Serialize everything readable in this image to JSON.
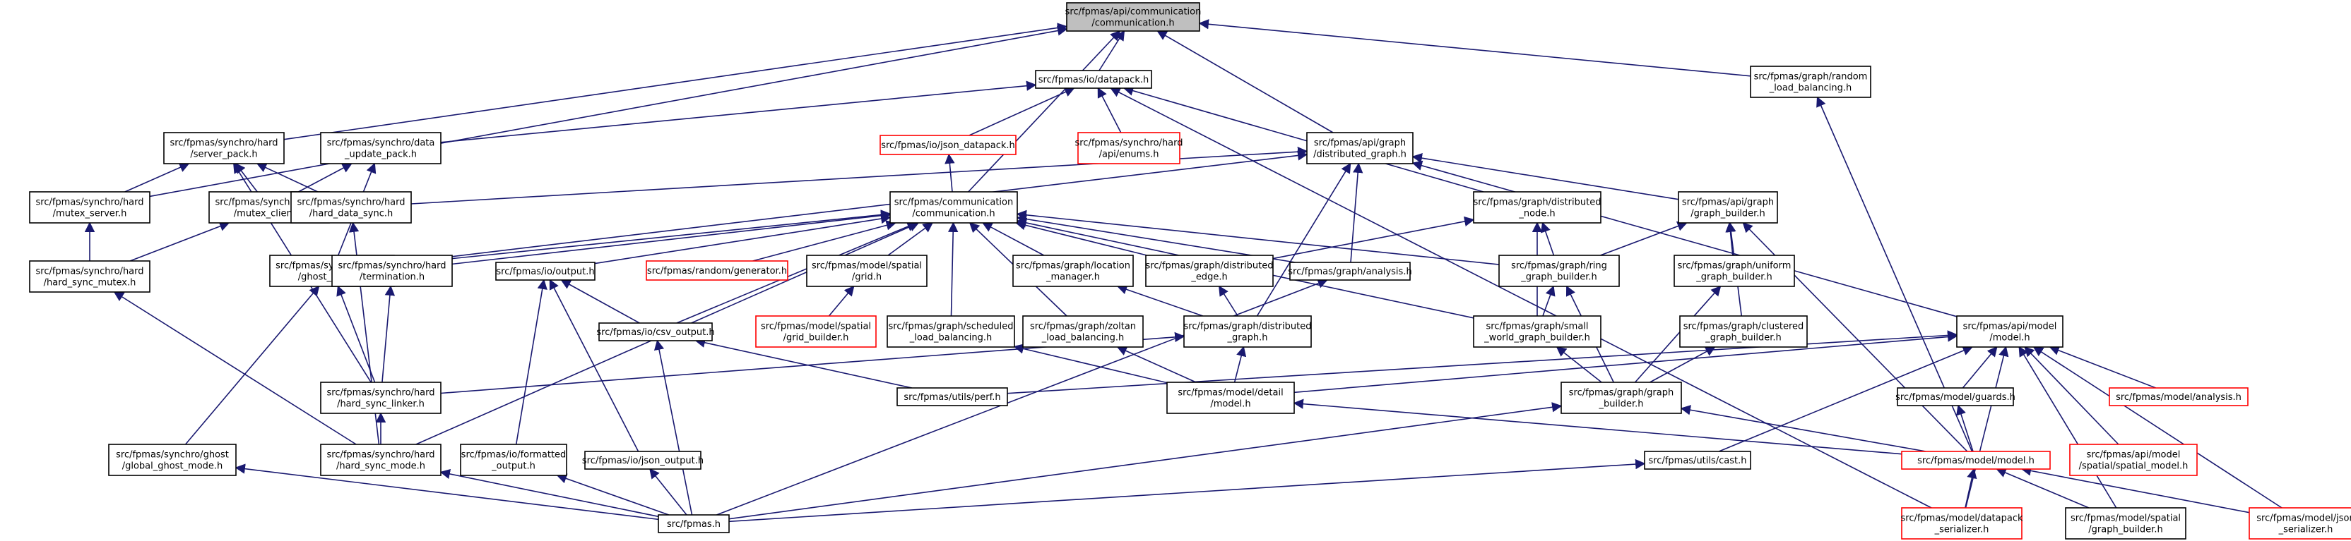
{
  "theme": {
    "edge_color": "#191970",
    "missing_border": "#ff0000",
    "root_fill": "#bfbfbf",
    "node_border": "#000000"
  },
  "nodes": [
    {
      "id": "n0",
      "lines": [
        "src/fpmas/api/communication",
        "/communication.h"
      ],
      "style": "root"
    },
    {
      "id": "n1",
      "lines": [
        "src/fpmas/io/datapack.h"
      ],
      "style": "normal"
    },
    {
      "id": "n2",
      "lines": [
        "src/fpmas/graph/random",
        "_load_balancing.h"
      ],
      "style": "normal"
    },
    {
      "id": "n3",
      "lines": [
        "src/fpmas/synchro/hard",
        "/server_pack.h"
      ],
      "style": "normal"
    },
    {
      "id": "n4",
      "lines": [
        "src/fpmas/synchro/data",
        "_update_pack.h"
      ],
      "style": "normal"
    },
    {
      "id": "n5",
      "lines": [
        "src/fpmas/io/json_datapack.h"
      ],
      "style": "missing"
    },
    {
      "id": "n6",
      "lines": [
        "src/fpmas/synchro/hard",
        "/api/enums.h"
      ],
      "style": "missing"
    },
    {
      "id": "n7",
      "lines": [
        "src/fpmas/api/graph",
        "/distributed_graph.h"
      ],
      "style": "normal"
    },
    {
      "id": "n8",
      "lines": [
        "src/fpmas/synchro/hard",
        "/mutex_server.h"
      ],
      "style": "normal"
    },
    {
      "id": "n9",
      "lines": [
        "src/fpmas/synchro/hard",
        "/mutex_client.h"
      ],
      "style": "normal"
    },
    {
      "id": "n10",
      "lines": [
        "src/fpmas/synchro/hard",
        "/hard_data_sync.h"
      ],
      "style": "normal"
    },
    {
      "id": "n11",
      "lines": [
        "src/fpmas/communication",
        "/communication.h"
      ],
      "style": "normal"
    },
    {
      "id": "n12",
      "lines": [
        "src/fpmas/graph/distributed",
        "_node.h"
      ],
      "style": "normal"
    },
    {
      "id": "n13",
      "lines": [
        "src/fpmas/api/graph",
        "/graph_builder.h"
      ],
      "style": "normal"
    },
    {
      "id": "n14",
      "lines": [
        "src/fpmas/synchro/hard",
        "/hard_sync_mutex.h"
      ],
      "style": "normal"
    },
    {
      "id": "n15",
      "lines": [
        "src/fpmas/synchro/ghost",
        "/ghost_mode.h"
      ],
      "style": "normal"
    },
    {
      "id": "n16",
      "lines": [
        "src/fpmas/synchro/hard",
        "/termination.h"
      ],
      "style": "normal"
    },
    {
      "id": "n17",
      "lines": [
        "src/fpmas/io/output.h"
      ],
      "style": "normal"
    },
    {
      "id": "n18",
      "lines": [
        "src/fpmas/random/generator.h"
      ],
      "style": "missing"
    },
    {
      "id": "n19",
      "lines": [
        "src/fpmas/model/spatial",
        "/grid.h"
      ],
      "style": "normal"
    },
    {
      "id": "n20",
      "lines": [
        "src/fpmas/graph/location",
        "_manager.h"
      ],
      "style": "normal"
    },
    {
      "id": "n21",
      "lines": [
        "src/fpmas/graph/distributed",
        "_edge.h"
      ],
      "style": "normal"
    },
    {
      "id": "n22",
      "lines": [
        "src/fpmas/graph/analysis.h"
      ],
      "style": "normal"
    },
    {
      "id": "n23",
      "lines": [
        "src/fpmas/graph/ring",
        "_graph_builder.h"
      ],
      "style": "normal"
    },
    {
      "id": "n24",
      "lines": [
        "src/fpmas/graph/uniform",
        "_graph_builder.h"
      ],
      "style": "normal"
    },
    {
      "id": "n25",
      "lines": [
        "src/fpmas/io/csv_output.h"
      ],
      "style": "normal"
    },
    {
      "id": "n26",
      "lines": [
        "src/fpmas/model/spatial",
        "/grid_builder.h"
      ],
      "style": "missing"
    },
    {
      "id": "n27",
      "lines": [
        "src/fpmas/graph/scheduled",
        "_load_balancing.h"
      ],
      "style": "normal"
    },
    {
      "id": "n28",
      "lines": [
        "src/fpmas/graph/zoltan",
        "_load_balancing.h"
      ],
      "style": "normal"
    },
    {
      "id": "n29",
      "lines": [
        "src/fpmas/graph/distributed",
        "_graph.h"
      ],
      "style": "normal"
    },
    {
      "id": "n30",
      "lines": [
        "src/fpmas/graph/small",
        "_world_graph_builder.h"
      ],
      "style": "normal"
    },
    {
      "id": "n31",
      "lines": [
        "src/fpmas/graph/clustered",
        "_graph_builder.h"
      ],
      "style": "normal"
    },
    {
      "id": "n32",
      "lines": [
        "src/fpmas/api/model",
        "/model.h"
      ],
      "style": "normal"
    },
    {
      "id": "n33",
      "lines": [
        "src/fpmas/synchro/hard",
        "/hard_sync_linker.h"
      ],
      "style": "normal"
    },
    {
      "id": "n34",
      "lines": [
        "src/fpmas/utils/perf.h"
      ],
      "style": "normal"
    },
    {
      "id": "n35",
      "lines": [
        "src/fpmas/model/detail",
        "/model.h"
      ],
      "style": "normal"
    },
    {
      "id": "n36",
      "lines": [
        "src/fpmas/graph/graph",
        "_builder.h"
      ],
      "style": "normal"
    },
    {
      "id": "n37",
      "lines": [
        "src/fpmas/model/guards.h"
      ],
      "style": "normal"
    },
    {
      "id": "n38",
      "lines": [
        "src/fpmas/model/analysis.h"
      ],
      "style": "missing"
    },
    {
      "id": "n39",
      "lines": [
        "src/fpmas/synchro/ghost",
        "/global_ghost_mode.h"
      ],
      "style": "normal"
    },
    {
      "id": "n40",
      "lines": [
        "src/fpmas/synchro/hard",
        "/hard_sync_mode.h"
      ],
      "style": "normal"
    },
    {
      "id": "n41",
      "lines": [
        "src/fpmas/io/formatted",
        "_output.h"
      ],
      "style": "normal"
    },
    {
      "id": "n42",
      "lines": [
        "src/fpmas/io/json_output.h"
      ],
      "style": "normal"
    },
    {
      "id": "n43",
      "lines": [
        "src/fpmas/utils/cast.h"
      ],
      "style": "normal"
    },
    {
      "id": "n44",
      "lines": [
        "src/fpmas/model/model.h"
      ],
      "style": "missing"
    },
    {
      "id": "n45",
      "lines": [
        "src/fpmas/api/model",
        "/spatial/spatial_model.h"
      ],
      "style": "missing"
    },
    {
      "id": "n46",
      "lines": [
        "src/fpmas.h"
      ],
      "style": "normal"
    },
    {
      "id": "n47",
      "lines": [
        "src/fpmas/model/datapack",
        "_serializer.h"
      ],
      "style": "missing"
    },
    {
      "id": "n48",
      "lines": [
        "src/fpmas/model/spatial",
        "/graph_builder.h"
      ],
      "style": "normal"
    },
    {
      "id": "n49",
      "lines": [
        "src/fpmas/model/json",
        "_serializer.h"
      ],
      "style": "missing"
    }
  ],
  "edges": [
    [
      "n1",
      "n0"
    ],
    [
      "n2",
      "n0"
    ],
    [
      "n3",
      "n0"
    ],
    [
      "n7",
      "n0"
    ],
    [
      "n8",
      "n0"
    ],
    [
      "n11",
      "n0"
    ],
    [
      "n5",
      "n1"
    ],
    [
      "n6",
      "n1"
    ],
    [
      "n4",
      "n1"
    ],
    [
      "n12",
      "n1"
    ],
    [
      "n47",
      "n1"
    ],
    [
      "n44",
      "n2"
    ],
    [
      "n8",
      "n3"
    ],
    [
      "n9",
      "n3"
    ],
    [
      "n10",
      "n3"
    ],
    [
      "n33",
      "n3"
    ],
    [
      "n9",
      "n4"
    ],
    [
      "n15",
      "n4"
    ],
    [
      "n11",
      "n5"
    ],
    [
      "n10",
      "n7"
    ],
    [
      "n15",
      "n7"
    ],
    [
      "n13",
      "n7"
    ],
    [
      "n22",
      "n7"
    ],
    [
      "n29",
      "n7"
    ],
    [
      "n32",
      "n7"
    ],
    [
      "n14",
      "n8"
    ],
    [
      "n14",
      "n9"
    ],
    [
      "n40",
      "n10"
    ],
    [
      "n15",
      "n11"
    ],
    [
      "n16",
      "n11"
    ],
    [
      "n17",
      "n11"
    ],
    [
      "n18",
      "n11"
    ],
    [
      "n19",
      "n11"
    ],
    [
      "n20",
      "n11"
    ],
    [
      "n21",
      "n11"
    ],
    [
      "n22",
      "n11"
    ],
    [
      "n23",
      "n11"
    ],
    [
      "n25",
      "n11"
    ],
    [
      "n27",
      "n11"
    ],
    [
      "n28",
      "n11"
    ],
    [
      "n30",
      "n11"
    ],
    [
      "n40",
      "n11"
    ],
    [
      "n21",
      "n12"
    ],
    [
      "n23",
      "n12"
    ],
    [
      "n30",
      "n12"
    ],
    [
      "n23",
      "n13"
    ],
    [
      "n24",
      "n13"
    ],
    [
      "n31",
      "n13"
    ],
    [
      "n44",
      "n13"
    ],
    [
      "n40",
      "n14"
    ],
    [
      "n33",
      "n15"
    ],
    [
      "n39",
      "n15"
    ],
    [
      "n33",
      "n16"
    ],
    [
      "n25",
      "n17"
    ],
    [
      "n41",
      "n17"
    ],
    [
      "n42",
      "n17"
    ],
    [
      "n26",
      "n19"
    ],
    [
      "n29",
      "n20"
    ],
    [
      "n29",
      "n21"
    ],
    [
      "n46",
      "n22"
    ],
    [
      "n30",
      "n23"
    ],
    [
      "n36",
      "n23"
    ],
    [
      "n36",
      "n24"
    ],
    [
      "n34",
      "n25"
    ],
    [
      "n46",
      "n25"
    ],
    [
      "n35",
      "n27"
    ],
    [
      "n35",
      "n28"
    ],
    [
      "n33",
      "n29"
    ],
    [
      "n35",
      "n29"
    ],
    [
      "n36",
      "n30"
    ],
    [
      "n36",
      "n31"
    ],
    [
      "n34",
      "n32"
    ],
    [
      "n35",
      "n32"
    ],
    [
      "n37",
      "n32"
    ],
    [
      "n38",
      "n32"
    ],
    [
      "n43",
      "n32"
    ],
    [
      "n45",
      "n32"
    ],
    [
      "n47",
      "n32"
    ],
    [
      "n48",
      "n32"
    ],
    [
      "n49",
      "n32"
    ],
    [
      "n40",
      "n33"
    ],
    [
      "n44",
      "n35"
    ],
    [
      "n44",
      "n36"
    ],
    [
      "n46",
      "n36"
    ],
    [
      "n44",
      "n37"
    ],
    [
      "n46",
      "n39"
    ],
    [
      "n46",
      "n40"
    ],
    [
      "n46",
      "n41"
    ],
    [
      "n46",
      "n42"
    ],
    [
      "n46",
      "n43"
    ],
    [
      "n47",
      "n44"
    ],
    [
      "n48",
      "n44"
    ],
    [
      "n49",
      "n44"
    ]
  ]
}
